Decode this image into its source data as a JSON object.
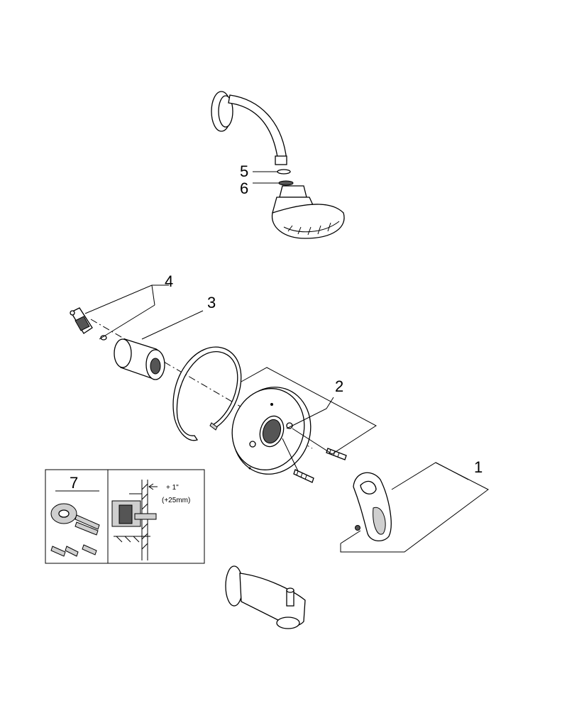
{
  "callouts": {
    "p1": "1",
    "p2": "2",
    "p3": "3",
    "p4": "4",
    "p5": "5",
    "p6": "6",
    "p7": "7"
  },
  "inset": {
    "dimension": "+ 1\"",
    "dimension_metric": "(+25mm)"
  }
}
